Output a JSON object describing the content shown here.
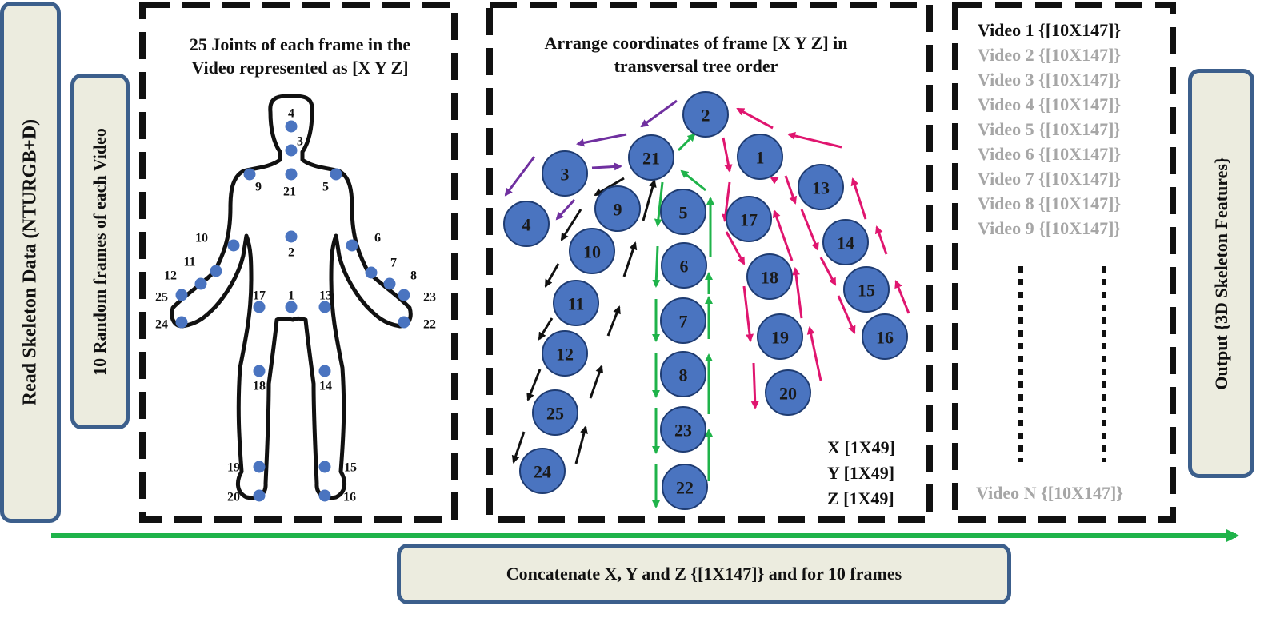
{
  "left_box": {
    "label": "Read Skeleton Data (NTURGB+D)"
  },
  "frames_box": {
    "label": "10 Random frames of each Video"
  },
  "panel1": {
    "title_line1": "25 Joints of each frame in the",
    "title_line2": "Video represented as [X Y Z]"
  },
  "panel2": {
    "title_line1": "Arrange coordinates of frame [X Y Z] in",
    "title_line2": "transversal tree order",
    "dims": [
      "X [1X49]",
      "Y [1X49]",
      "Z [1X49]"
    ]
  },
  "panel3": {
    "videos": [
      "Video 1 {[10X147]}",
      "Video 2 {[10X147]}",
      "Video 3 {[10X147]}",
      "Video 4 {[10X147]}",
      "Video 5 {[10X147]}",
      "Video 6 {[10X147]}",
      "Video 7 {[10X147]}",
      "Video 8 {[10X147]}",
      "Video 9 {[10X147]}"
    ],
    "video_n": "Video N {[10X147]}"
  },
  "output_box": {
    "label": "Output {3D Skeleton Features}"
  },
  "bottom_box": {
    "label": "Concatenate X, Y and Z {[1X147]} and for 10 frames"
  },
  "body_joint_labels": [
    "1",
    "2",
    "3",
    "4",
    "5",
    "6",
    "7",
    "8",
    "9",
    "10",
    "11",
    "12",
    "13",
    "14",
    "15",
    "16",
    "17",
    "18",
    "19",
    "20",
    "21",
    "22",
    "23",
    "24",
    "25"
  ],
  "tree_nodes": [
    "2",
    "21",
    "3",
    "4",
    "9",
    "10",
    "11",
    "12",
    "25",
    "24",
    "5",
    "6",
    "7",
    "8",
    "23",
    "22",
    "1",
    "17",
    "18",
    "19",
    "20",
    "13",
    "14",
    "15",
    "16"
  ],
  "colors": {
    "node_fill": "#4a74c0",
    "node_stroke": "#1f3c72",
    "box_border": "#3c5f8c",
    "box_fill": "#ececdf",
    "arrow_green": "#1fb34a",
    "arrow_pink": "#e0156f",
    "arrow_purple": "#7030a0",
    "arrow_black": "#111111",
    "video_first": "#111111",
    "video_rest": "#a6a6a6"
  }
}
